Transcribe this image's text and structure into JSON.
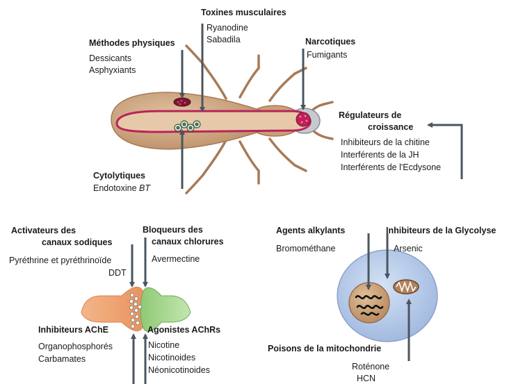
{
  "muscle_toxins": {
    "title": "Toxines musculaires",
    "items": [
      "Ryanodine",
      "Sabadila"
    ]
  },
  "physical_methods": {
    "title": "Méthodes physiques",
    "items": [
      "Dessicants",
      "Asphyxiants"
    ]
  },
  "narcotics": {
    "title": "Narcotiques",
    "items": [
      "Fumigants"
    ]
  },
  "growth_regulators": {
    "title_line1": "Régulateurs de",
    "title_line2": "croissance",
    "items": [
      "Inhibiteurs de la chitine",
      "Interférents de la JH",
      "Interférents de l'Ecdysone"
    ]
  },
  "cytolytics": {
    "title": "Cytolytiques",
    "item_prefix": "Endotoxine ",
    "item_italic": "BT"
  },
  "sodium_channel_activators": {
    "title_line1": "Activateurs des",
    "title_line2": "canaux sodiques",
    "items": [
      "Pyréthrine et pyréthrinoïde",
      "DDT"
    ]
  },
  "chloride_channel_blockers": {
    "title_line1": "Bloqueurs des",
    "title_line2": "canaux chlorures",
    "items": [
      "Avermectine"
    ]
  },
  "ache_inhibitors": {
    "title": "Inhibiteurs AChE",
    "items": [
      "Organophosphorés",
      "Carbamates"
    ]
  },
  "achr_agonists": {
    "title": "Agonistes AChRs",
    "items": [
      "Nicotine",
      "Nicotinoides",
      "Néonicotinoides"
    ]
  },
  "alkylating_agents": {
    "title": "Agents alkylants",
    "items": [
      "Bromométhane"
    ]
  },
  "glycolysis_inhibitors": {
    "title": "Inhibiteurs de la Glycolyse",
    "items": [
      "Arsenic"
    ]
  },
  "mitochondria_poisons": {
    "title": "Poisons de la mitochondrie",
    "items": [
      "Roténone",
      "HCN"
    ]
  },
  "colors": {
    "arrow": "#4a5560",
    "insect_body": "#c9a27e",
    "gut": "#e7c9a9",
    "gut_outline": "#b8245a",
    "leg": "#a87a56",
    "cell": "#b9cdea",
    "nucleus": "#c79a6e",
    "synapse_left": "#f0a878",
    "synapse_right": "#a6d68e"
  }
}
